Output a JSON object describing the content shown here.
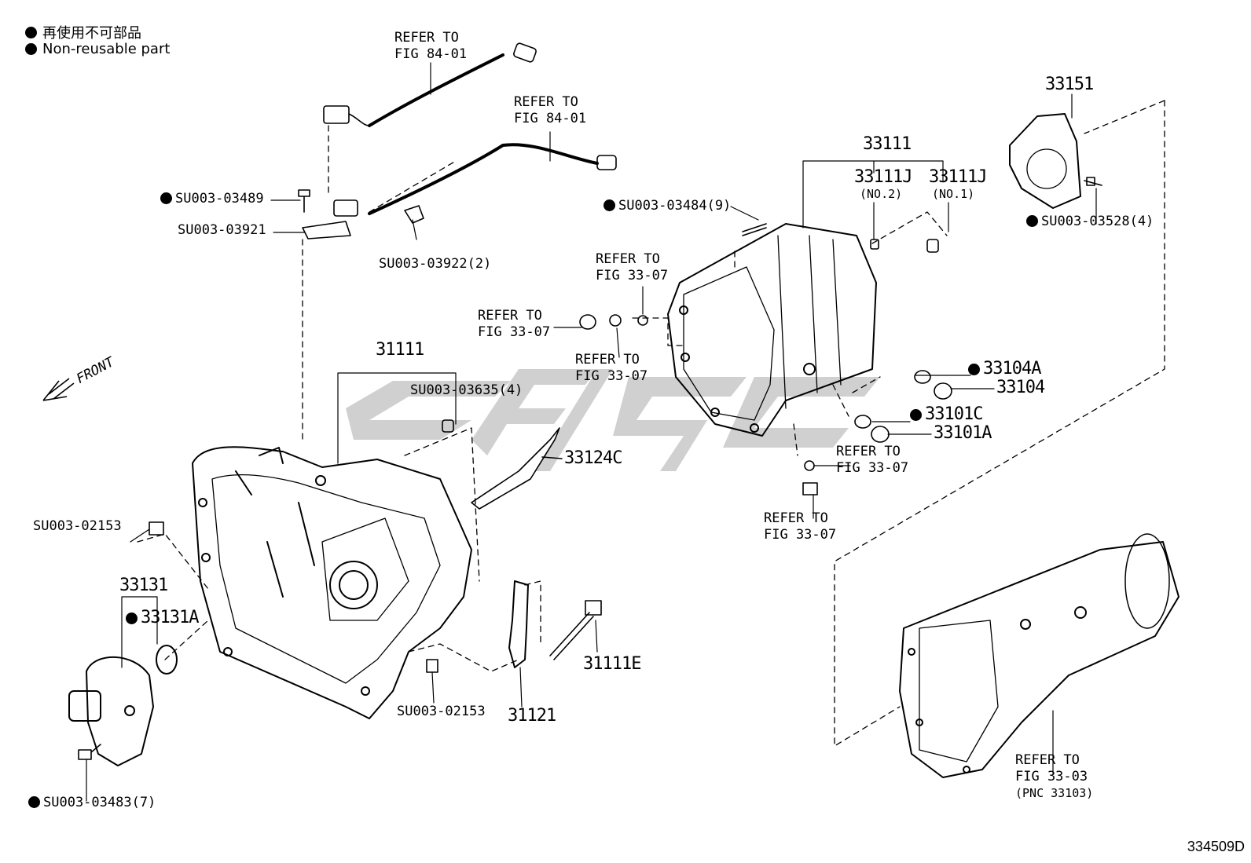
{
  "legend": {
    "jp": "再使用不可部品",
    "en": "Non-reusable part"
  },
  "front_label": "FRONT",
  "figure_id": "334509D",
  "watermark_color": "#c8c8c8",
  "labels": {
    "refer_84_top": [
      "REFER TO",
      "FIG 84-01"
    ],
    "refer_84_mid": [
      "REFER TO",
      "FIG 84-01"
    ],
    "su_03489": "SU003-03489",
    "su_03921": "SU003-03921",
    "su_03922": "SU003-03922(2)",
    "su_03484": "SU003-03484(9)",
    "refer_33_07_a": [
      "REFER TO",
      "FIG 33-07"
    ],
    "refer_33_07_b": [
      "REFER TO",
      "FIG 33-07"
    ],
    "refer_33_07_c": [
      "REFER TO",
      "FIG 33-07"
    ],
    "refer_33_07_d": [
      "REFER TO",
      "FIG 33-07"
    ],
    "refer_33_07_e": [
      "REFER TO",
      "FIG 33-07"
    ],
    "p33111": "33111",
    "p33111j_2": "33111J",
    "no2": "(NO.2)",
    "p33111j_1": "33111J",
    "no1": "(NO.1)",
    "p33151": "33151",
    "su_03528": "SU003-03528(4)",
    "p33104a": "33104A",
    "p33104": "33104",
    "p33101c": "33101C",
    "p33101a": "33101A",
    "p31111": "31111",
    "su_03635": "SU003-03635(4)",
    "p33124c": "33124C",
    "su_02153_a": "SU003-02153",
    "su_02153_b": "SU003-02153",
    "p33131": "33131",
    "p33131a": "33131A",
    "p31111e": "31111E",
    "p31121": "31121",
    "su_03483": "SU003-03483(7)",
    "refer_33_03": [
      "REFER TO",
      "FIG 33-03",
      "(PNC 33103)"
    ]
  }
}
